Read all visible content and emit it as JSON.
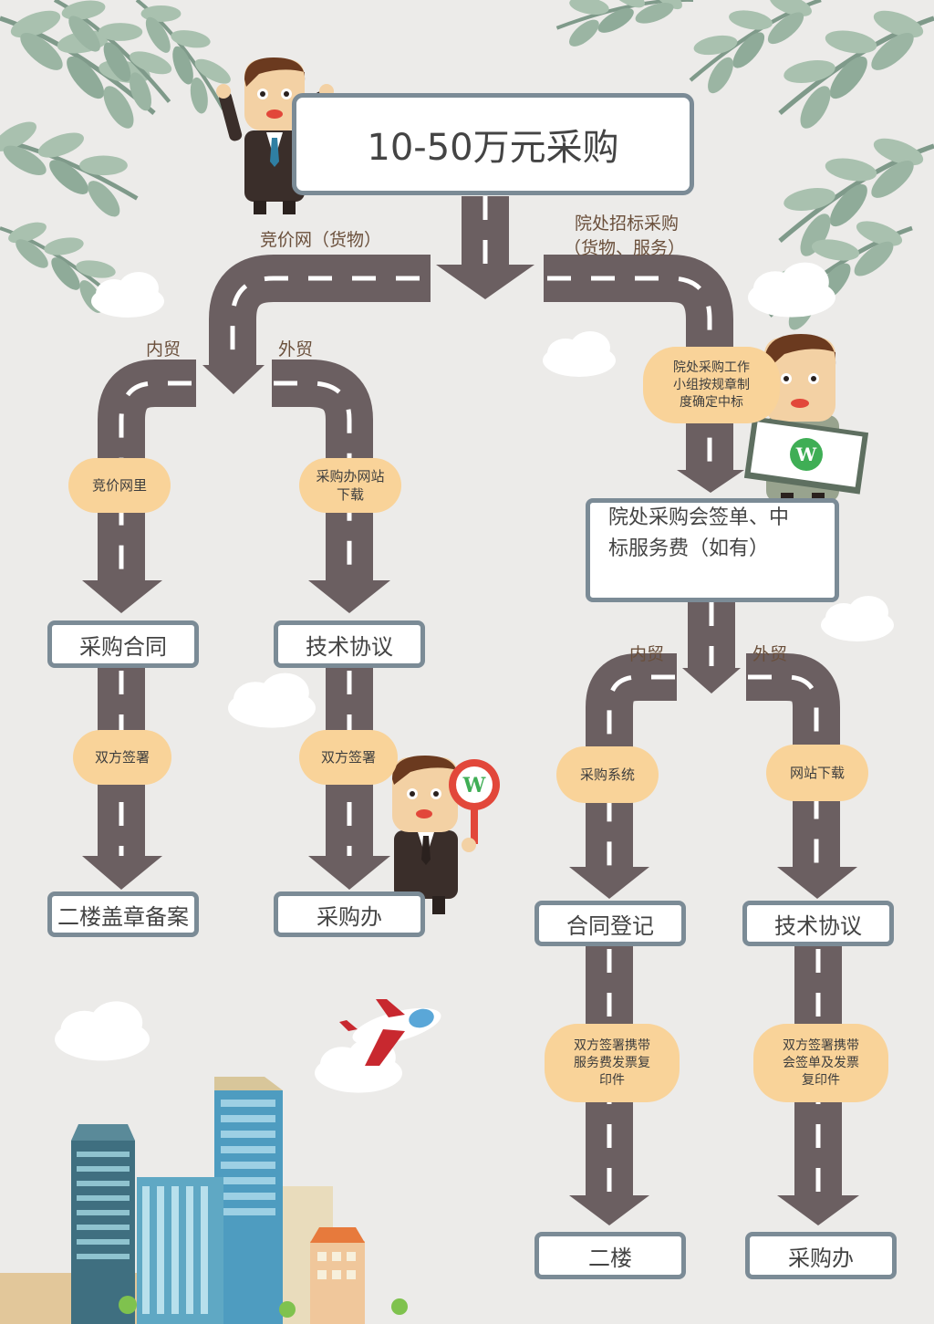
{
  "title": "10-50万元采购",
  "branches": {
    "left_label": "竞价网（货物）",
    "right_label_line1": "院处招标采购",
    "right_label_line2": "（货物、服务）"
  },
  "left": {
    "domestic_label": "内贸",
    "foreign_label": "外贸",
    "domestic_step": "竞价网里",
    "foreign_step_line1": "采购办网站",
    "foreign_step_line2": "下载",
    "contract_box": "采购合同",
    "tech_box": "技术协议",
    "sign_step_a": "双方签署",
    "sign_step_b": "双方签署",
    "archive_box": "二楼盖章备案",
    "office_box": "采购办"
  },
  "right": {
    "group_step_line1": "院处采购工作",
    "group_step_line2": "小组按规章制",
    "group_step_line3": "度确定中标",
    "sign_box_line1": "院处采购会签单、中",
    "sign_box_line2": "标服务费（如有）",
    "domestic_label": "内贸",
    "foreign_label": "外贸",
    "domestic_step": "采购系统",
    "foreign_step": "网站下载",
    "register_box": "合同登记",
    "tech_box": "技术协议",
    "carry_a_line1": "双方签署携带",
    "carry_a_line2": "服务费发票复",
    "carry_a_line3": "印件",
    "carry_b_line1": "双方签署携带",
    "carry_b_line2": "会签单及发票",
    "carry_b_line3": "复印件",
    "floor_box": "二楼",
    "office_box": "采购办"
  },
  "badge_letter": "W",
  "colors": {
    "background": "#ecebe9",
    "road": "#6b5f61",
    "road_marking": "#ffffff",
    "box_border": "#7b8b96",
    "pill": "#f9d399",
    "label_text": "#6a4f3b",
    "leaf": "#9fb8a6",
    "badge_red": "#e2473a",
    "badge_green": "#3fae55"
  },
  "icons": [
    "businessman-cheering",
    "businessman-holding-money",
    "businessman-holding-sign",
    "airplane-icon",
    "city-buildings",
    "tree-leaves",
    "cloud"
  ]
}
